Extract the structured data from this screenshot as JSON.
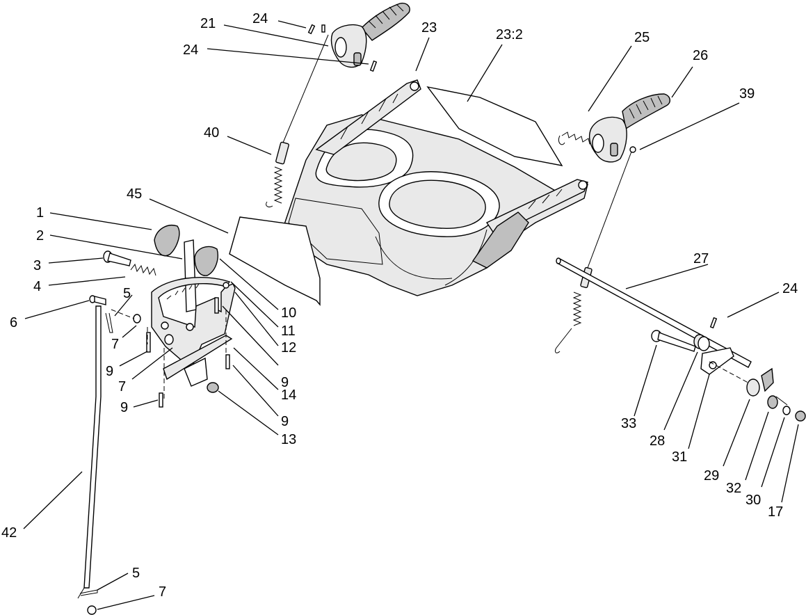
{
  "callouts": [
    {
      "id": "c-24-top",
      "label": "24"
    },
    {
      "id": "c-21",
      "label": "21"
    },
    {
      "id": "c-24-mid",
      "label": "24"
    },
    {
      "id": "c-23",
      "label": "23"
    },
    {
      "id": "c-23-2",
      "label": "23:2"
    },
    {
      "id": "c-25",
      "label": "25"
    },
    {
      "id": "c-26",
      "label": "26"
    },
    {
      "id": "c-39",
      "label": "39"
    },
    {
      "id": "c-40",
      "label": "40"
    },
    {
      "id": "c-45",
      "label": "45"
    },
    {
      "id": "c-1",
      "label": "1"
    },
    {
      "id": "c-2",
      "label": "2"
    },
    {
      "id": "c-3",
      "label": "3"
    },
    {
      "id": "c-4",
      "label": "4"
    },
    {
      "id": "c-5-a",
      "label": "5"
    },
    {
      "id": "c-6",
      "label": "6"
    },
    {
      "id": "c-7-a",
      "label": "7"
    },
    {
      "id": "c-9-a",
      "label": "9"
    },
    {
      "id": "c-7-b",
      "label": "7"
    },
    {
      "id": "c-9-b",
      "label": "9"
    },
    {
      "id": "c-10",
      "label": "10"
    },
    {
      "id": "c-11",
      "label": "11"
    },
    {
      "id": "c-12",
      "label": "12"
    },
    {
      "id": "c-9-c",
      "label": "9"
    },
    {
      "id": "c-14",
      "label": "14"
    },
    {
      "id": "c-9-d",
      "label": "9"
    },
    {
      "id": "c-13",
      "label": "13"
    },
    {
      "id": "c-27",
      "label": "27"
    },
    {
      "id": "c-24-right",
      "label": "24"
    },
    {
      "id": "c-33",
      "label": "33"
    },
    {
      "id": "c-28",
      "label": "28"
    },
    {
      "id": "c-31",
      "label": "31"
    },
    {
      "id": "c-29",
      "label": "29"
    },
    {
      "id": "c-32",
      "label": "32"
    },
    {
      "id": "c-30",
      "label": "30"
    },
    {
      "id": "c-17",
      "label": "17"
    },
    {
      "id": "c-42",
      "label": "42"
    },
    {
      "id": "c-5-b",
      "label": "5"
    },
    {
      "id": "c-7-c",
      "label": "7"
    }
  ]
}
